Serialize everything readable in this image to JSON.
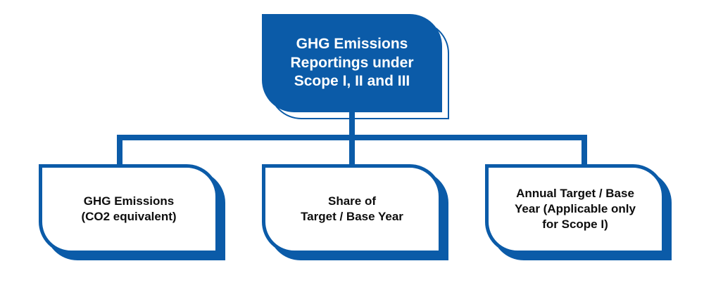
{
  "diagram": {
    "type": "hierarchy-tree",
    "orientation": "top-down",
    "accent_color": "#0B5BA8",
    "background_color": "#FFFFFF",
    "root_text_color": "#FFFFFF",
    "leaf_text_color": "#0D0D0D",
    "root": {
      "id": "ghg-emissions-reportings",
      "lines": [
        "GHG Emissions",
        "Reportings under",
        "Scope I, II and III"
      ],
      "style": "filled"
    },
    "children": [
      {
        "id": "ghg-emissions-co2e",
        "lines": [
          "GHG Emissions",
          "(CO2 equivalent)"
        ],
        "style": "outlined"
      },
      {
        "id": "share-of-target-base-year",
        "lines": [
          "Share of",
          "Target / Base Year"
        ],
        "style": "outlined"
      },
      {
        "id": "annual-target-base-year",
        "lines": [
          "Annual Target / Base",
          "Year (Applicable only",
          "for Scope I)"
        ],
        "style": "outlined"
      }
    ]
  }
}
